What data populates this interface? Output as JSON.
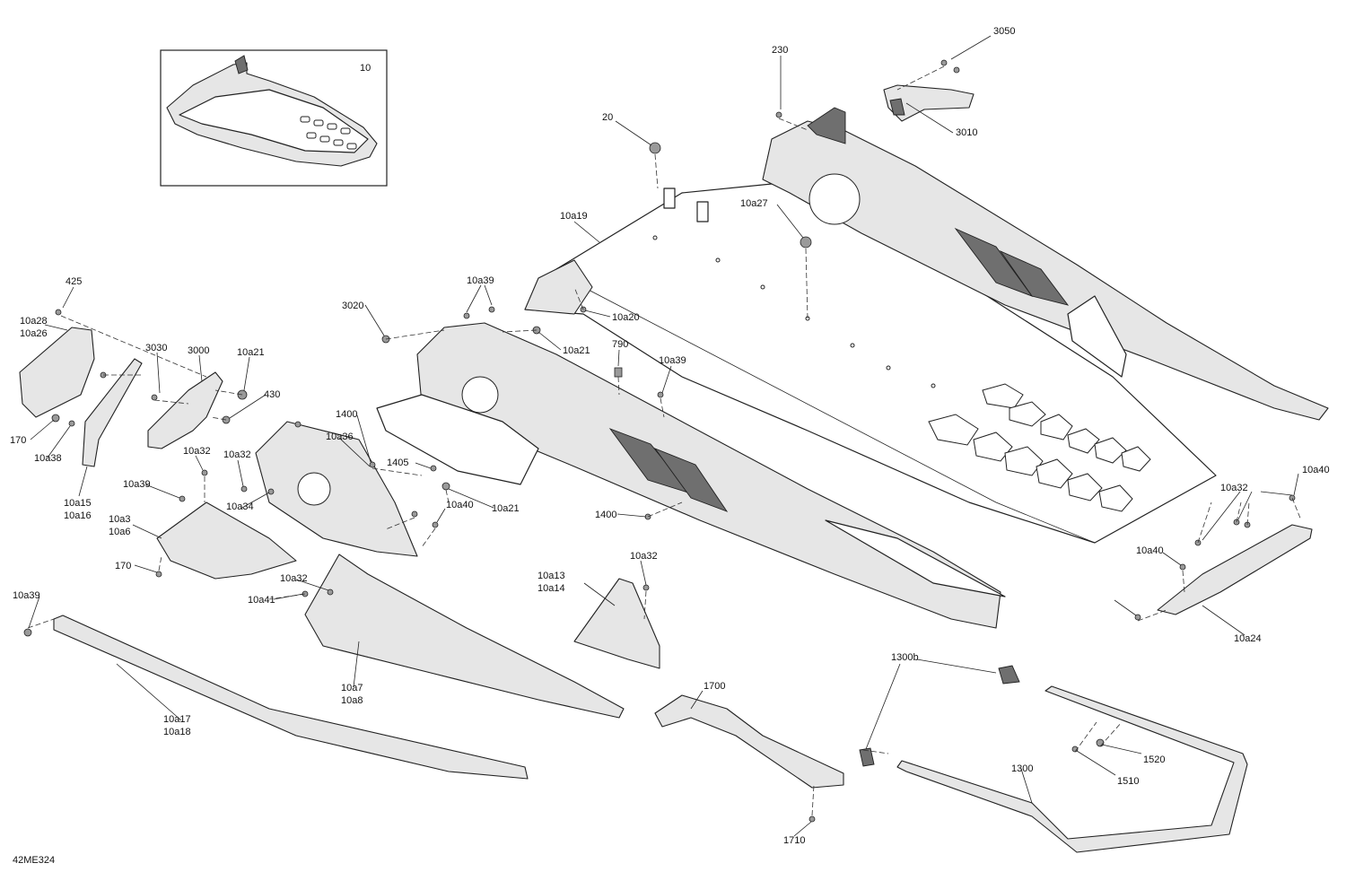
{
  "diagram": {
    "reference_code": "42ME324",
    "inset_label": "10",
    "callouts": [
      "20",
      "230",
      "3050",
      "3010",
      "10a19",
      "10a27",
      "425",
      "10a39",
      "3020",
      "10a20",
      "10a28",
      "10a26",
      "10a21",
      "790",
      "3030",
      "3000",
      "10a21",
      "10a39",
      "430",
      "1400",
      "10a36",
      "170",
      "10a38",
      "10a32",
      "1405",
      "10a32",
      "10a21",
      "10a39",
      "10a40",
      "10a15",
      "10a16",
      "10a34",
      "10a40",
      "10a3",
      "10a6",
      "1400",
      "10a32",
      "170",
      "10a32",
      "10a40",
      "10a13",
      "10a14",
      "10a41",
      "10a32",
      "10a39",
      "10a24",
      "1300b",
      "10a7",
      "10a8",
      "1700",
      "10a17",
      "10a18",
      "1520",
      "1510",
      "1300",
      "1710"
    ]
  }
}
